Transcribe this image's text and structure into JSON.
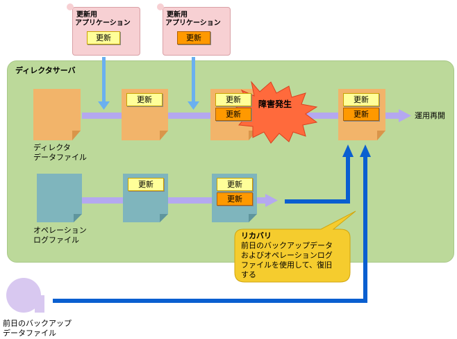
{
  "apps": [
    {
      "title_line1": "更新用",
      "title_line2": "アプリケーション",
      "button": "更新"
    },
    {
      "title_line1": "更新用",
      "title_line2": "アプリケーション",
      "button": "更新"
    }
  ],
  "server_label": "ディレクタサーバ",
  "director_file": {
    "line1": "ディレクタ",
    "line2": "データファイル"
  },
  "operation_log": {
    "line1": "オペレーション",
    "line2": "ログファイル"
  },
  "backup_file": {
    "line1": "前日のバックアップ",
    "line2": "データファイル"
  },
  "update_label": "更新",
  "failure_label": "障害発生",
  "resume_label": "運用再開",
  "recovery": {
    "title": "リカバリ",
    "line1": "前日のバックアップデータ",
    "line2": "およびオペレーションログ",
    "line3": "ファイルを使用して、復旧",
    "line4": "する"
  },
  "colors": {
    "server_bg": "#bcd99a",
    "app_bg": "#f7d0d3",
    "file_orange": "#f2b46a",
    "file_teal": "#7fb5bd",
    "arrow_lavender": "#b4a8f0",
    "arrow_blue": "#0a5fd0",
    "arrow_lightblue": "#6ab0f0",
    "callout": "#f5cc2e",
    "burst": "#ff6a3c"
  }
}
